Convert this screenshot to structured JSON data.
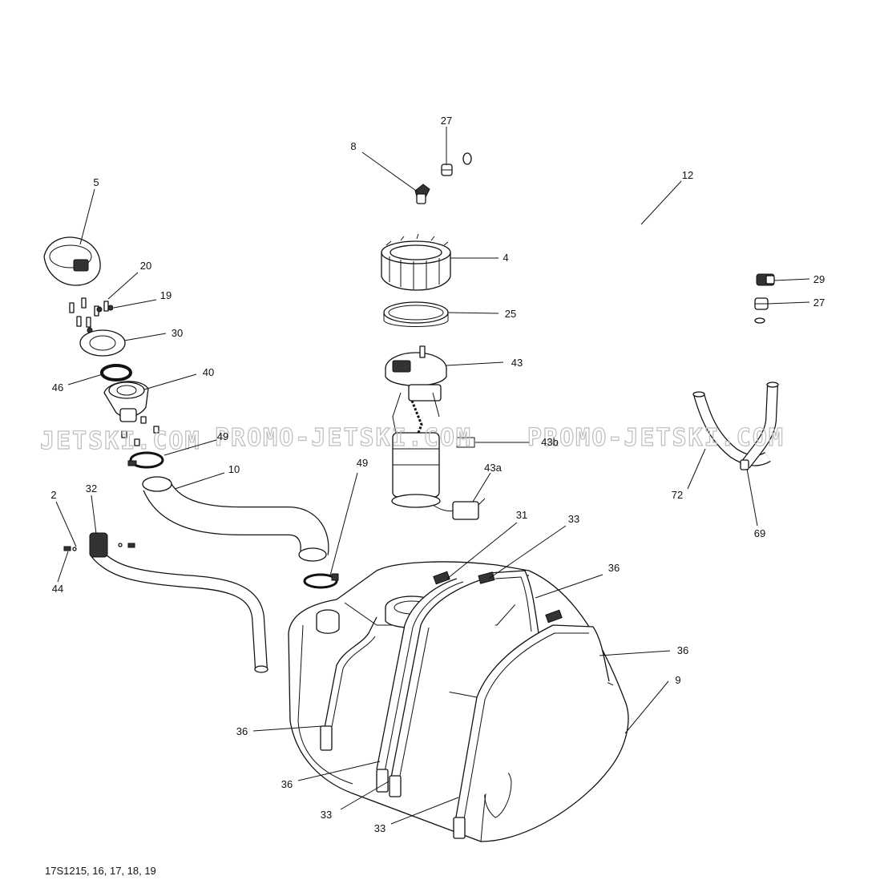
{
  "diagram": {
    "reference": "17S1215, 16, 17, 18, 19",
    "watermarks": [
      "JETSKI.COM",
      "PROMO-JETSKI.COM",
      "PROMO-JETSKI.COM"
    ]
  },
  "callouts": [
    {
      "id": "c27a",
      "label": "27"
    },
    {
      "id": "c8",
      "label": "8"
    },
    {
      "id": "c12",
      "label": "12"
    },
    {
      "id": "c5",
      "label": "5"
    },
    {
      "id": "c4",
      "label": "4"
    },
    {
      "id": "c20",
      "label": "20"
    },
    {
      "id": "c29",
      "label": "29"
    },
    {
      "id": "c19",
      "label": "19"
    },
    {
      "id": "c27b",
      "label": "27"
    },
    {
      "id": "c25",
      "label": "25"
    },
    {
      "id": "c30",
      "label": "30"
    },
    {
      "id": "c43",
      "label": "43"
    },
    {
      "id": "c40",
      "label": "40"
    },
    {
      "id": "c46",
      "label": "46"
    },
    {
      "id": "c49a",
      "label": "49"
    },
    {
      "id": "c43b",
      "label": "43b"
    },
    {
      "id": "c10",
      "label": "10"
    },
    {
      "id": "c49b",
      "label": "49"
    },
    {
      "id": "c43a",
      "label": "43a"
    },
    {
      "id": "c72",
      "label": "72"
    },
    {
      "id": "c2",
      "label": "2"
    },
    {
      "id": "c32",
      "label": "32"
    },
    {
      "id": "c31",
      "label": "31"
    },
    {
      "id": "c33a",
      "label": "33"
    },
    {
      "id": "c69",
      "label": "69"
    },
    {
      "id": "c44",
      "label": "44"
    },
    {
      "id": "c36a",
      "label": "36"
    },
    {
      "id": "c36b",
      "label": "36"
    },
    {
      "id": "c9",
      "label": "9"
    },
    {
      "id": "c36c",
      "label": "36"
    },
    {
      "id": "c36d",
      "label": "36"
    },
    {
      "id": "c33b",
      "label": "33"
    },
    {
      "id": "c33c",
      "label": "33"
    }
  ]
}
